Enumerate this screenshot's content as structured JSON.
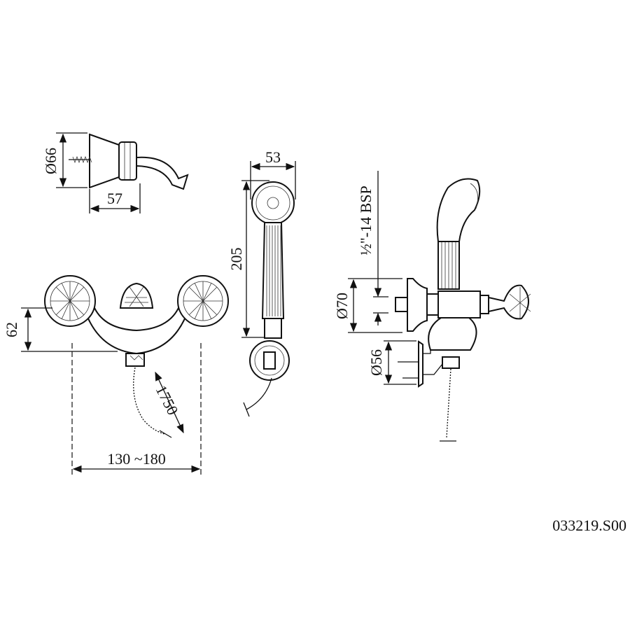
{
  "dimensions": {
    "bracket_diameter": "Ø66",
    "bracket_depth": "57",
    "handshower_width": "53",
    "handshower_length": "205",
    "thread": "½\"-14 BSP",
    "flange_diameter": "Ø70",
    "holder_diameter": "Ø56",
    "mixer_height": "62",
    "hose_length": "1750",
    "center_distance": "130 ~180"
  },
  "product_code": "033219.S00"
}
